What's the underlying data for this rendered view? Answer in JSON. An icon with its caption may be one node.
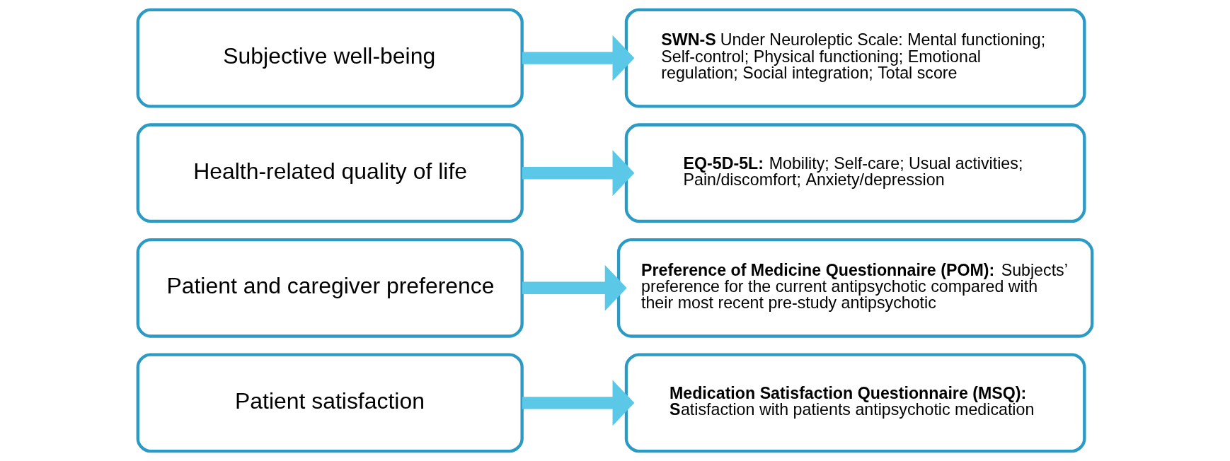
{
  "diagram": {
    "nodes": [
      {
        "text": [
          "Subjective well-being"
        ]
      },
      {
        "text": [
          "**SWN-S** Under Neuroleptic Scale: Mental functioning; Self-control; Physical functioning; Emotional regulation; Social integration; Total score"
        ]
      },
      {
        "text": [
          "Health-related quality of life"
        ]
      },
      {
        "text": [
          "**EQ-5D-5L:** Mobility; Self-care; Usual activities; Pain/discomfort; Anxiety/depression"
        ]
      },
      {
        "text": [
          "Patient and caregiver preference"
        ]
      },
      {
        "text": [
          "**Preference of Medicine Questionnaire (POM):** Subjects’ preference for the current antipsychotic compared with their most recent pre-study antipsychotic"
        ]
      },
      {
        "text": [
          "Patient satisfaction"
        ]
      },
      {
        "text": [
          "**Medication Satisfaction Questionnaire (MSQ):** **S**atisfaction with patients antipsychotic medication"
        ]
      }
    ],
    "edges": [
      {
        "from": 0,
        "to": 1,
        "arrow": "to"
      },
      {
        "from": 2,
        "to": 3,
        "arrow": "to"
      },
      {
        "from": 4,
        "to": 5,
        "arrow": "to"
      },
      {
        "from": 6,
        "to": 7,
        "arrow": "to"
      }
    ]
  }
}
